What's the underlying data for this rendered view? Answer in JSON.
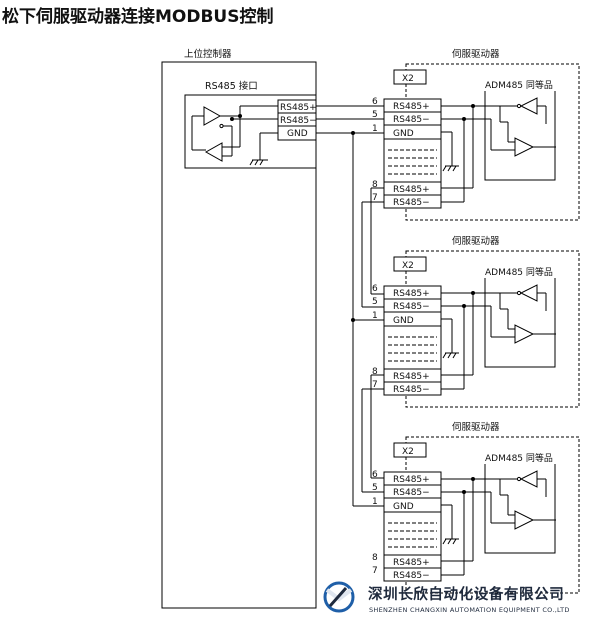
{
  "title": "松下伺服驱动器连接MODBUS控制",
  "controller": {
    "title": "上位控制器",
    "interface_label": "RS485 接口",
    "pins": [
      "RS485+",
      "RS485−",
      "GND"
    ]
  },
  "drives": [
    {
      "title": "伺服驱动器",
      "connector": "X2",
      "chip_label": "ADM485 同等品",
      "pins_top": [
        {
          "num": "6",
          "label": "RS485+"
        },
        {
          "num": "5",
          "label": "RS485−"
        },
        {
          "num": "1",
          "label": "GND"
        }
      ],
      "pins_bottom": [
        {
          "num": "8",
          "label": "RS485+"
        },
        {
          "num": "7",
          "label": "RS485−"
        }
      ]
    },
    {
      "title": "伺服驱动器",
      "connector": "X2",
      "chip_label": "ADM485 同等品",
      "pins_top": [
        {
          "num": "6",
          "label": "RS485+"
        },
        {
          "num": "5",
          "label": "RS485−"
        },
        {
          "num": "1",
          "label": "GND"
        }
      ],
      "pins_bottom": [
        {
          "num": "8",
          "label": "RS485+"
        },
        {
          "num": "7",
          "label": "RS485−"
        }
      ]
    },
    {
      "title": "伺服驱动器",
      "connector": "X2",
      "chip_label": "ADM485 同等品",
      "pins_top": [
        {
          "num": "6",
          "label": "RS485+"
        },
        {
          "num": "5",
          "label": "RS485−"
        },
        {
          "num": "1",
          "label": "GND"
        }
      ],
      "pins_bottom": [
        {
          "num": "8",
          "label": "RS485+"
        },
        {
          "num": "7",
          "label": "RS485−"
        }
      ]
    }
  ],
  "watermark": {
    "company_cn": "深圳长欣自动化设备有限公司",
    "company_en": "SHENZHEN CHANGXIN AUTOMATION EQUIPMENT CO.,LTD",
    "logo_color": "#1f5fa8"
  }
}
